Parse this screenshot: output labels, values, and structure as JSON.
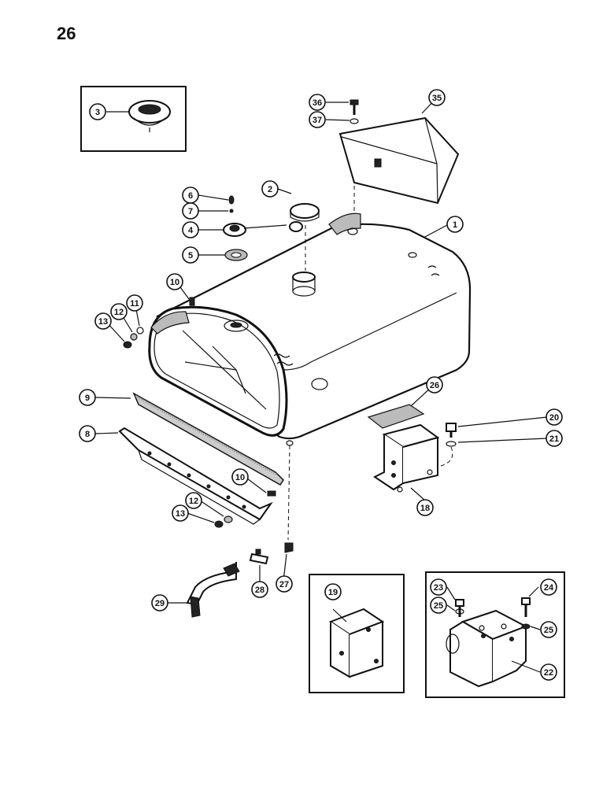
{
  "page_number": "26",
  "callouts": {
    "c1": "1",
    "c2": "2",
    "c3": "3",
    "c4": "4",
    "c5": "5",
    "c6": "6",
    "c7": "7",
    "c8": "8",
    "c9": "9",
    "c10a": "10",
    "c10b": "10",
    "c11": "11",
    "c12a": "12",
    "c12b": "12",
    "c13a": "13",
    "c13b": "13",
    "c18": "18",
    "c19": "19",
    "c20": "20",
    "c21": "21",
    "c22": "22",
    "c23": "23",
    "c24": "24",
    "c25a": "25",
    "c25b": "25",
    "c26": "26",
    "c27": "27",
    "c28": "28",
    "c29": "29",
    "c35": "35",
    "c36": "36",
    "c37": "37"
  }
}
